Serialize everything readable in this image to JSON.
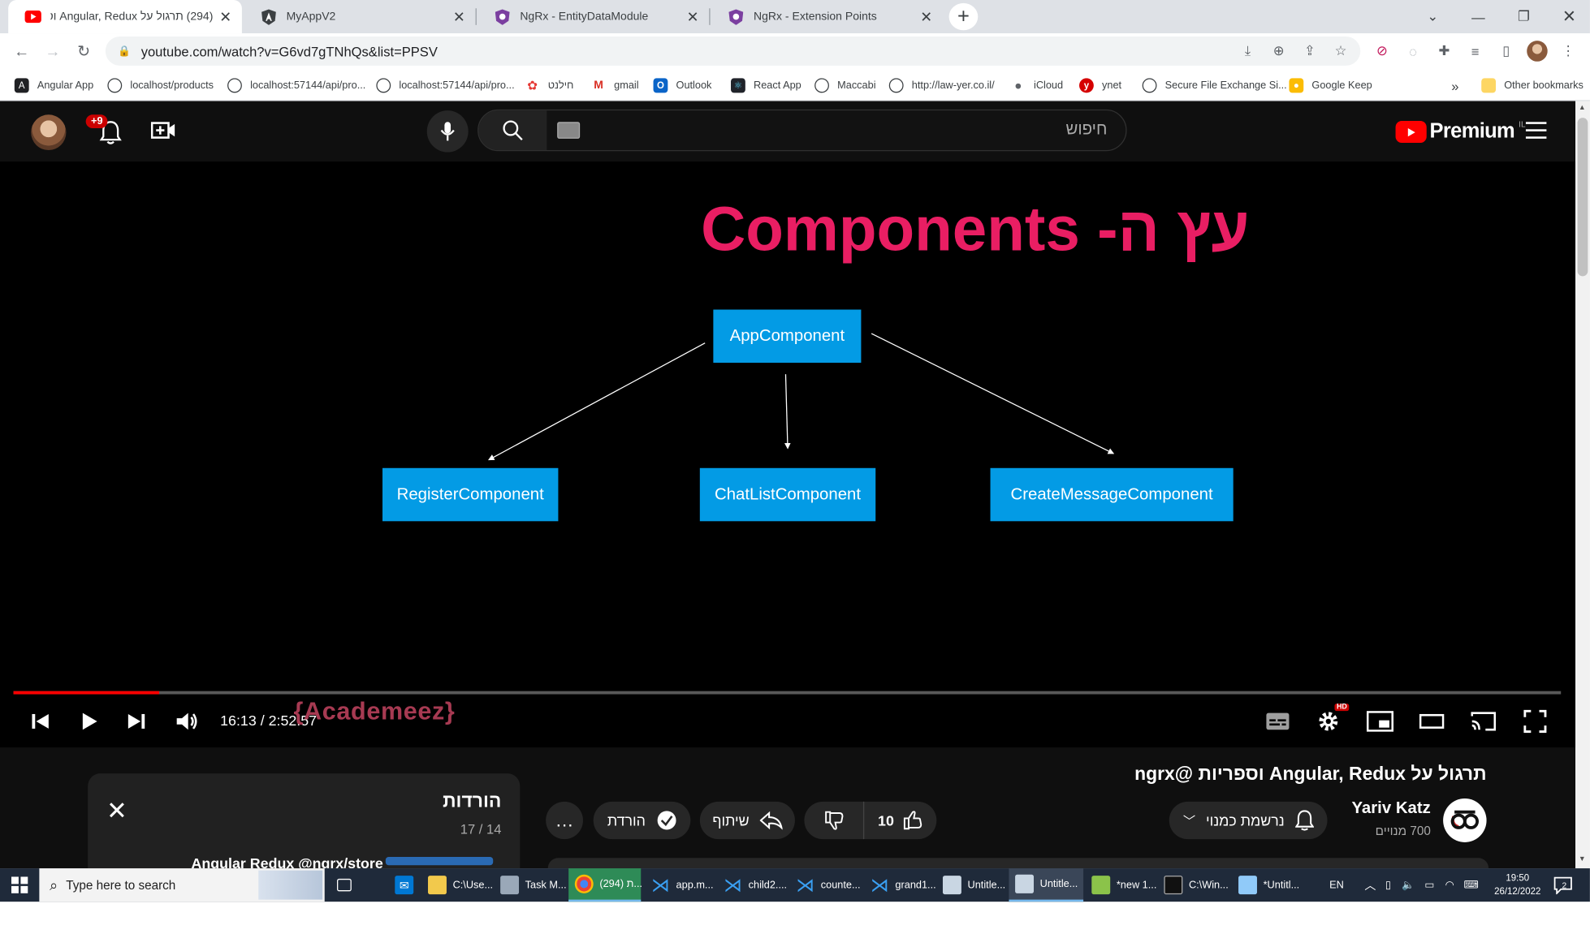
{
  "browser": {
    "tabs": [
      {
        "title": "(294) תרגול על Angular, Redux וספריות",
        "icon": "youtube-icon"
      },
      {
        "title": "MyAppV2",
        "icon": "angular-icon"
      },
      {
        "title": "NgRx - EntityDataModule",
        "icon": "ngrx-icon"
      },
      {
        "title": "NgRx - Extension Points",
        "icon": "ngrx-icon"
      }
    ],
    "url": "youtube.com/watch?v=G6vd7gTNhQs&list=PPSV",
    "bookmarks": [
      "Angular App",
      "localhost/products",
      "localhost:57144/api/pro...",
      "localhost:57144/api/pro...",
      "חילנט",
      "gmail",
      "Outlook",
      "React App",
      "Maccabi",
      "http://law-yer.co.il/",
      "iCloud",
      "ynet",
      "Secure File Exchange Si...",
      "Google Keep"
    ],
    "bookmarks_more": "»",
    "other_bookmarks": "Other bookmarks"
  },
  "youtube": {
    "notification_count": "+9",
    "search_placeholder": "חיפוש",
    "logo_text": "Premium",
    "country_code": "IL",
    "slide": {
      "title": "עץ ה- Components",
      "root": "AppComponent",
      "children": [
        "RegisterComponent",
        "ChatListComponent",
        "CreateMessageComponent"
      ]
    },
    "player": {
      "time": "16:13 / 2:52:57",
      "progress": 0.0943,
      "watermark": "{Academeez}",
      "hd_badge": "HD"
    },
    "video_title": "תרגול על Angular, Redux וספריות @ngrx",
    "channel": {
      "name": "Yariv Katz",
      "subscribers": "700 מנויים"
    },
    "buttons": {
      "subscribed": "נרשמת כמנוי",
      "like_count": "10",
      "share": "שיתוף",
      "download": "הורדת",
      "more": "…"
    },
    "downloads_panel": {
      "title": "הורדות",
      "count": "17 / 14",
      "item": "Angular Redux @ngrx/store"
    }
  },
  "taskbar": {
    "search_placeholder": "Type here to search",
    "apps": [
      {
        "label": "C:\\Use...",
        "icon": "folder-icon"
      },
      {
        "label": "Task M...",
        "icon": "task-manager-icon"
      },
      {
        "label": "(294) ת...",
        "icon": "chrome-icon"
      },
      {
        "label": "app.m...",
        "icon": "vscode-icon"
      },
      {
        "label": "child2....",
        "icon": "vscode-icon"
      },
      {
        "label": "counte...",
        "icon": "vscode-icon"
      },
      {
        "label": "grand1...",
        "icon": "vscode-icon"
      },
      {
        "label": "Untitle...",
        "icon": "paint-icon"
      },
      {
        "label": "Untitle...",
        "icon": "paint-icon"
      },
      {
        "label": "*new 1...",
        "icon": "notepadpp-icon"
      },
      {
        "label": "C:\\Win...",
        "icon": "cmd-icon"
      },
      {
        "label": "*Untitl...",
        "icon": "notepad-icon"
      }
    ],
    "language": "EN",
    "time": "19:50",
    "date": "26/12/2022",
    "notifications": "2"
  }
}
